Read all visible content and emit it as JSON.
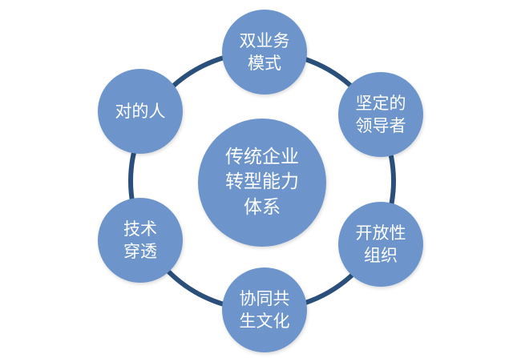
{
  "colors": {
    "ring": "#2a4f7a",
    "node": "#6d95cb",
    "text": "#ffffff"
  },
  "center": {
    "lines": [
      "传统企业",
      "转型能力",
      "体系"
    ]
  },
  "nodes": [
    {
      "id": "top",
      "lines": [
        "双业务",
        "模式"
      ]
    },
    {
      "id": "top-right",
      "lines": [
        "坚定的",
        "领导者"
      ]
    },
    {
      "id": "bottom-right",
      "lines": [
        "开放性",
        "组织"
      ]
    },
    {
      "id": "bottom",
      "lines": [
        "协同共",
        "生文化"
      ]
    },
    {
      "id": "bottom-left",
      "lines": [
        "技术",
        "穿透"
      ]
    },
    {
      "id": "top-left",
      "lines": [
        "对的人"
      ]
    }
  ]
}
